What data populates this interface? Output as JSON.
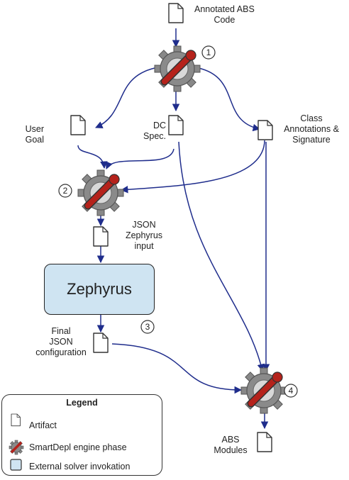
{
  "colors": {
    "arrow": "#1f2d8c",
    "solver_fill": "#cfe4f2",
    "gear_fill": "#8a8a8a",
    "wrench": "#b5221b"
  },
  "icons": {
    "artifact": "document-icon",
    "phase": "gear-wrench-icon"
  },
  "artifacts": {
    "annotated_abs": [
      "Annotated ABS",
      "Code"
    ],
    "user_goal": [
      "User",
      "Goal"
    ],
    "dc_spec": [
      "DC",
      "Spec."
    ],
    "class_annotations": [
      "Class",
      "Annotations &",
      "Signature"
    ],
    "json_input": [
      "JSON",
      "Zephyrus",
      "input"
    ],
    "final_json": [
      "Final",
      "JSON",
      "configuration"
    ],
    "abs_modules": [
      "ABS",
      "Modules"
    ]
  },
  "phases": [
    "1",
    "2",
    "3",
    "4"
  ],
  "solver": {
    "label": "Zephyrus"
  },
  "legend": {
    "title": "Legend",
    "items": [
      "Artifact",
      "SmartDepl engine phase",
      "External solver invokation"
    ]
  }
}
